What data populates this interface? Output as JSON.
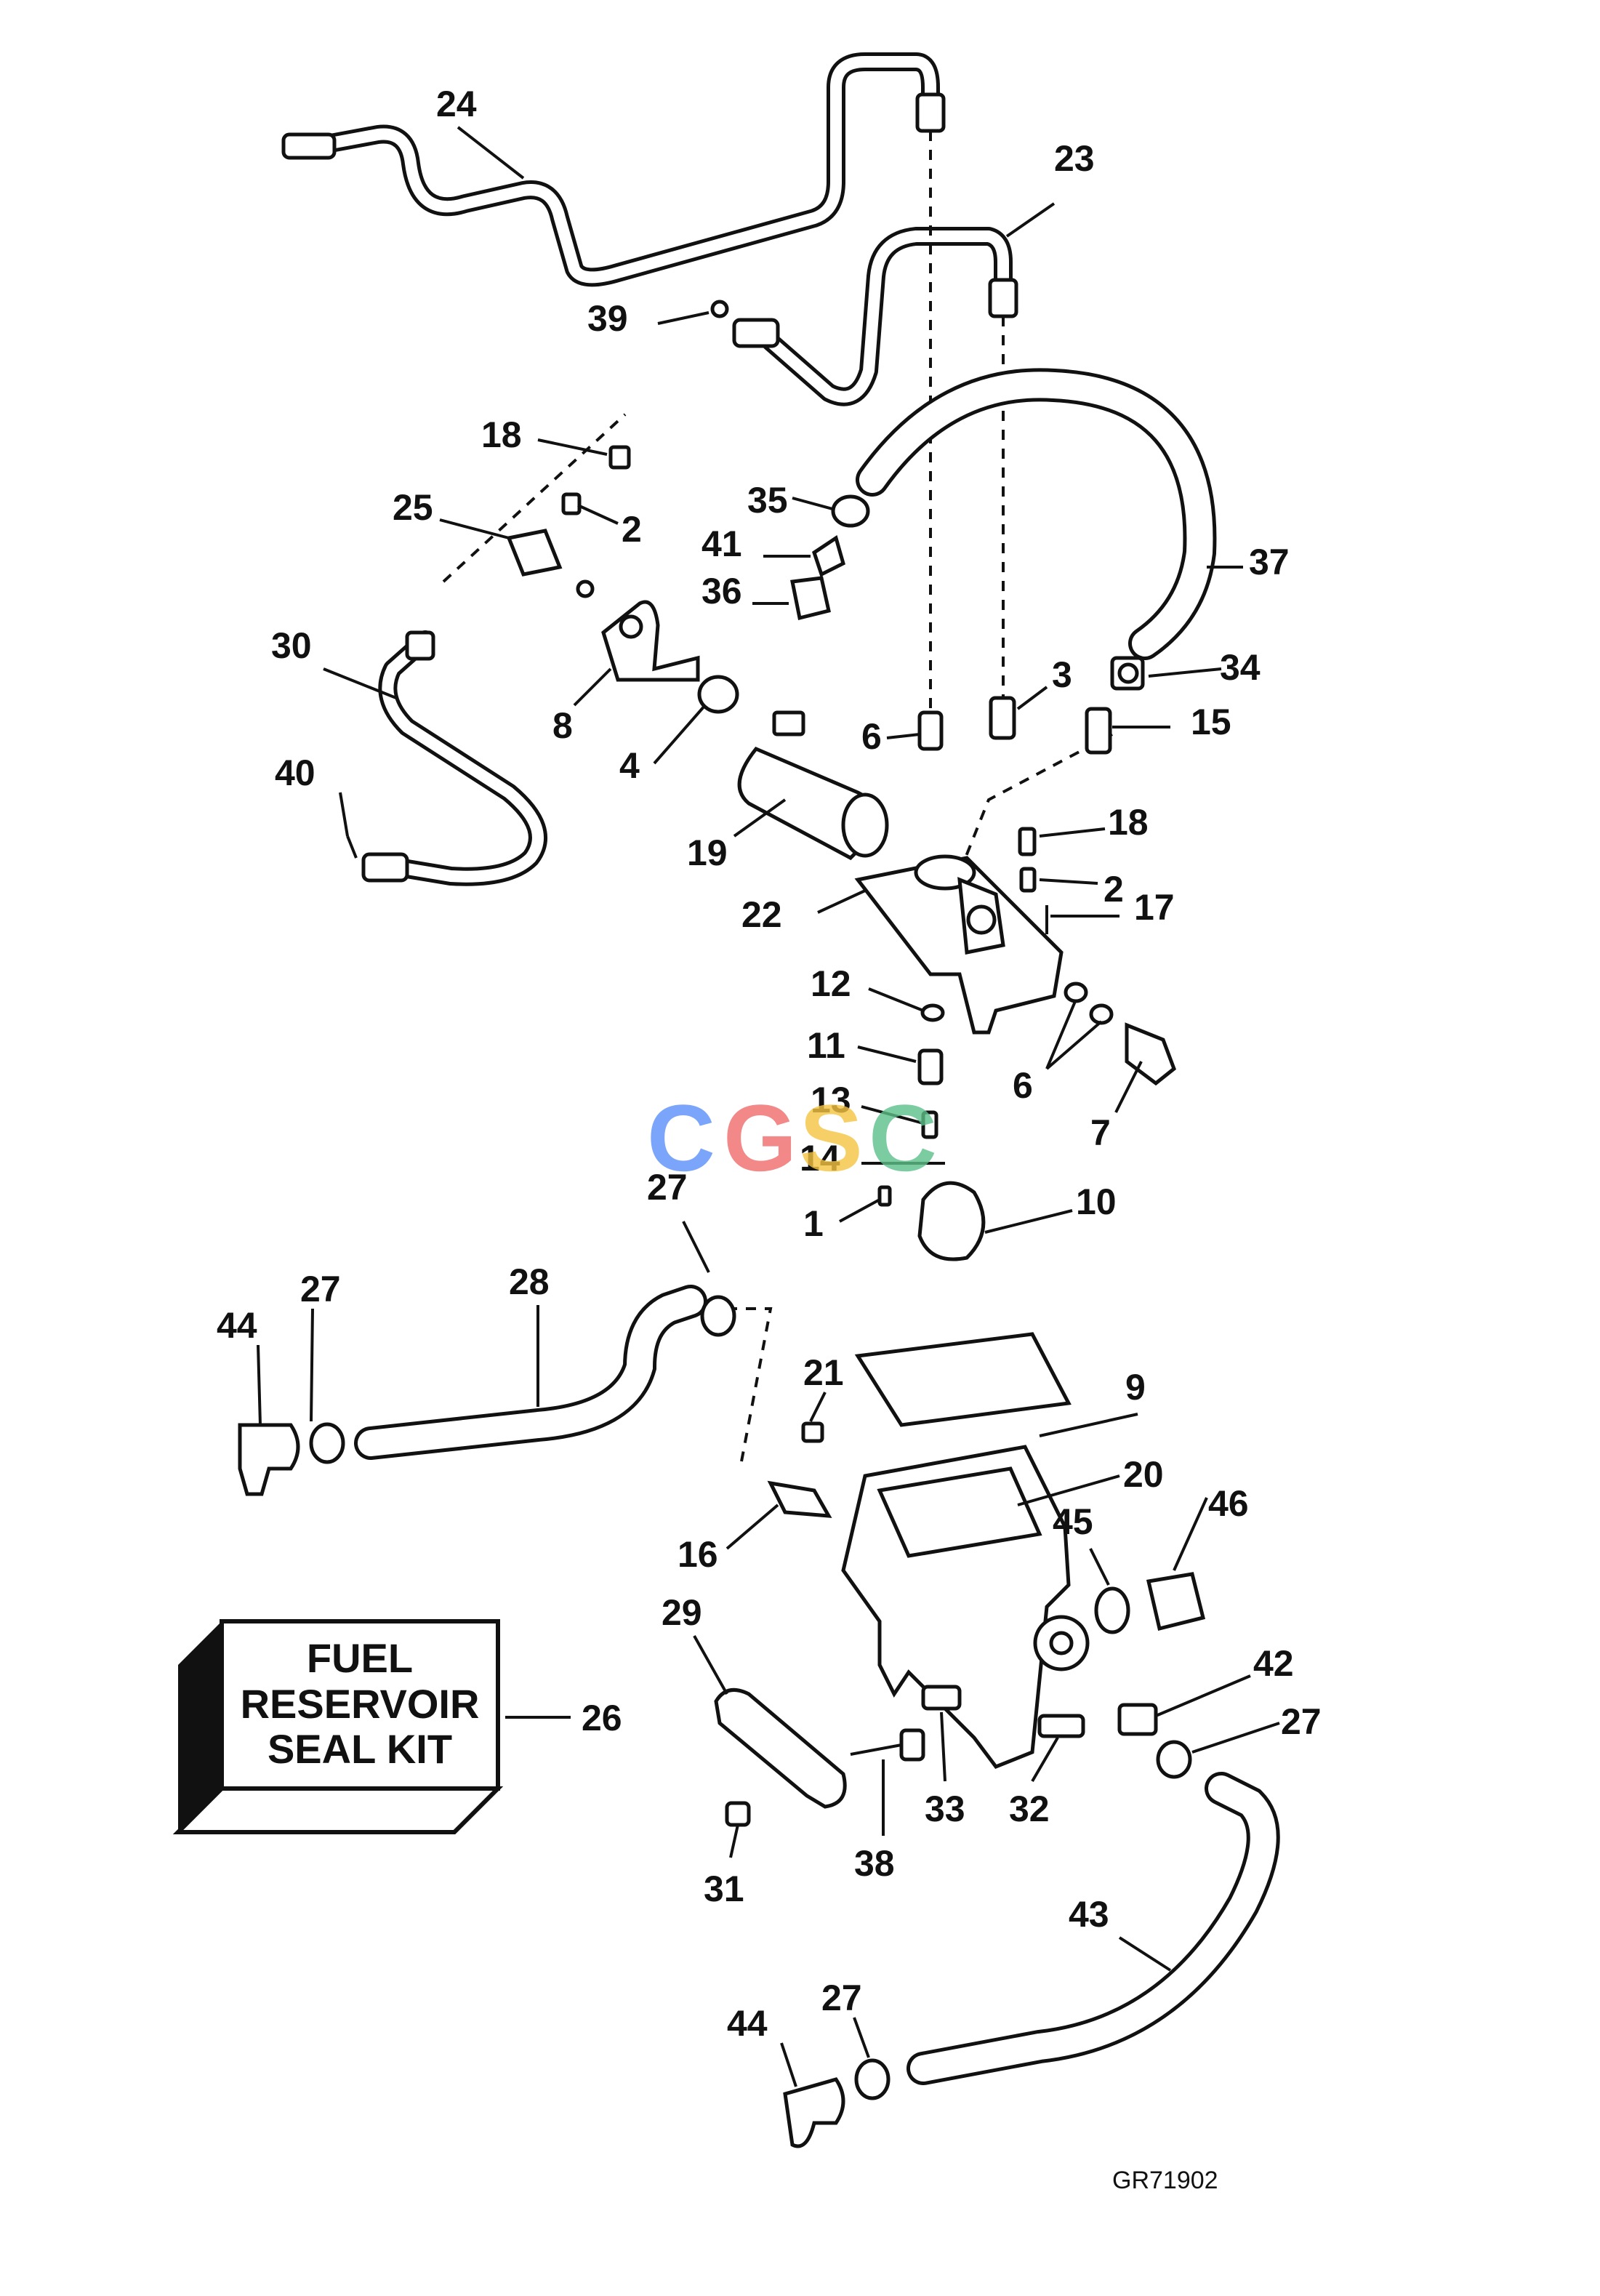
{
  "diagram_code": "GR71902",
  "kit_box": {
    "line1": "FUEL",
    "line2": "RESERVOIR",
    "line3": "SEAL KIT"
  },
  "watermark": {
    "letters": [
      "C",
      "G",
      "S",
      "C"
    ],
    "colors": [
      "#5b8ff9",
      "#f06b6b",
      "#f5c542",
      "#5cc08a"
    ]
  },
  "callouts": [
    "24",
    "23",
    "39",
    "18",
    "2",
    "25",
    "35",
    "41",
    "36",
    "37",
    "30",
    "8",
    "4",
    "3",
    "34",
    "6",
    "15",
    "40",
    "19",
    "18",
    "2",
    "17",
    "22",
    "12",
    "11",
    "6",
    "7",
    "13",
    "14",
    "1",
    "10",
    "27",
    "27",
    "28",
    "44",
    "21",
    "9",
    "20",
    "46",
    "16",
    "45",
    "29",
    "42",
    "26",
    "27",
    "33",
    "32",
    "31",
    "38",
    "43",
    "27",
    "44"
  ]
}
